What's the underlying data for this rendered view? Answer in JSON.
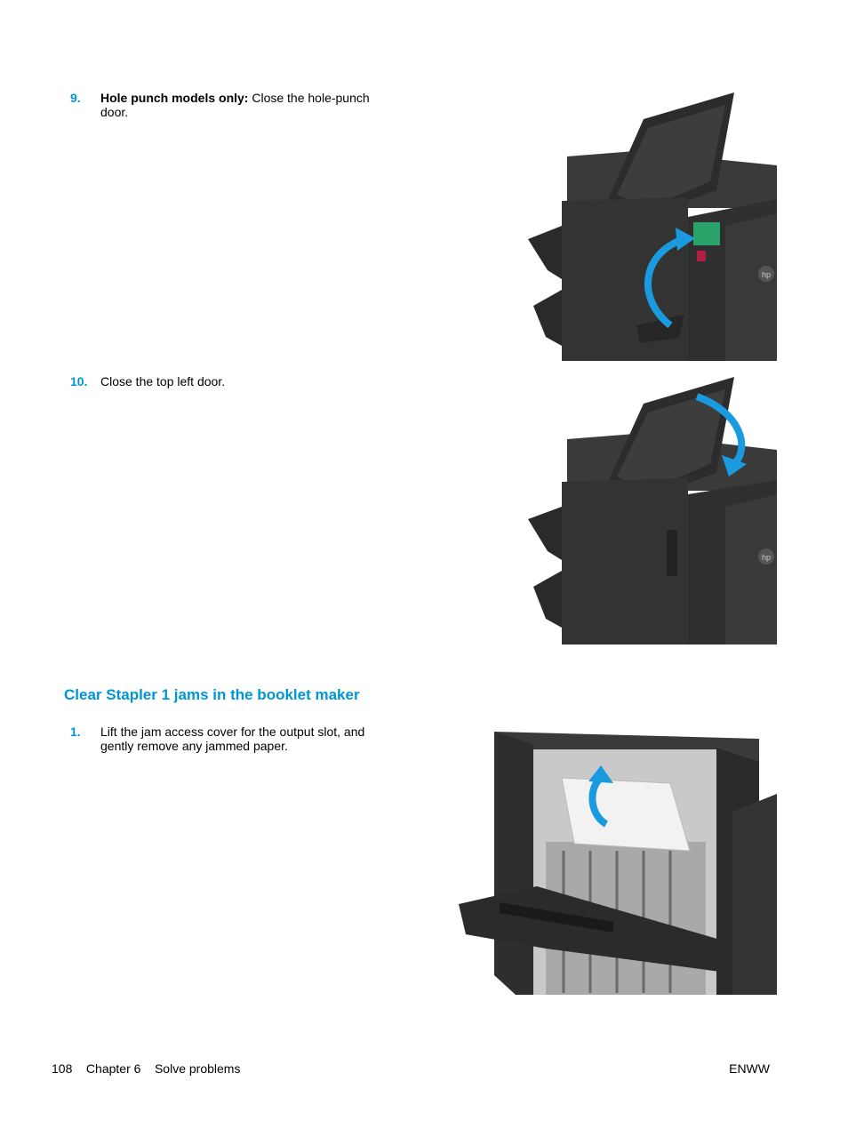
{
  "steps_top": [
    {
      "number": "9.",
      "bold_prefix": "Hole punch models only:",
      "text": " Close the hole-punch",
      "text_line2": "door."
    },
    {
      "number": "10.",
      "text": "Close the top left door."
    }
  ],
  "section": {
    "heading": "Clear Stapler 1 jams in the booklet maker",
    "steps": [
      {
        "number": "1.",
        "text_line1": "Lift the jam access cover for the output slot, and",
        "text_line2": "gently remove any jammed paper."
      }
    ]
  },
  "figures": {
    "fig1_logo": "hp",
    "fig2_logo": "hp",
    "arrow_color": "#1a9be0"
  },
  "footer": {
    "page_number": "108",
    "chapter": "Chapter 6",
    "chapter_title": "Solve problems",
    "right": "ENWW"
  }
}
